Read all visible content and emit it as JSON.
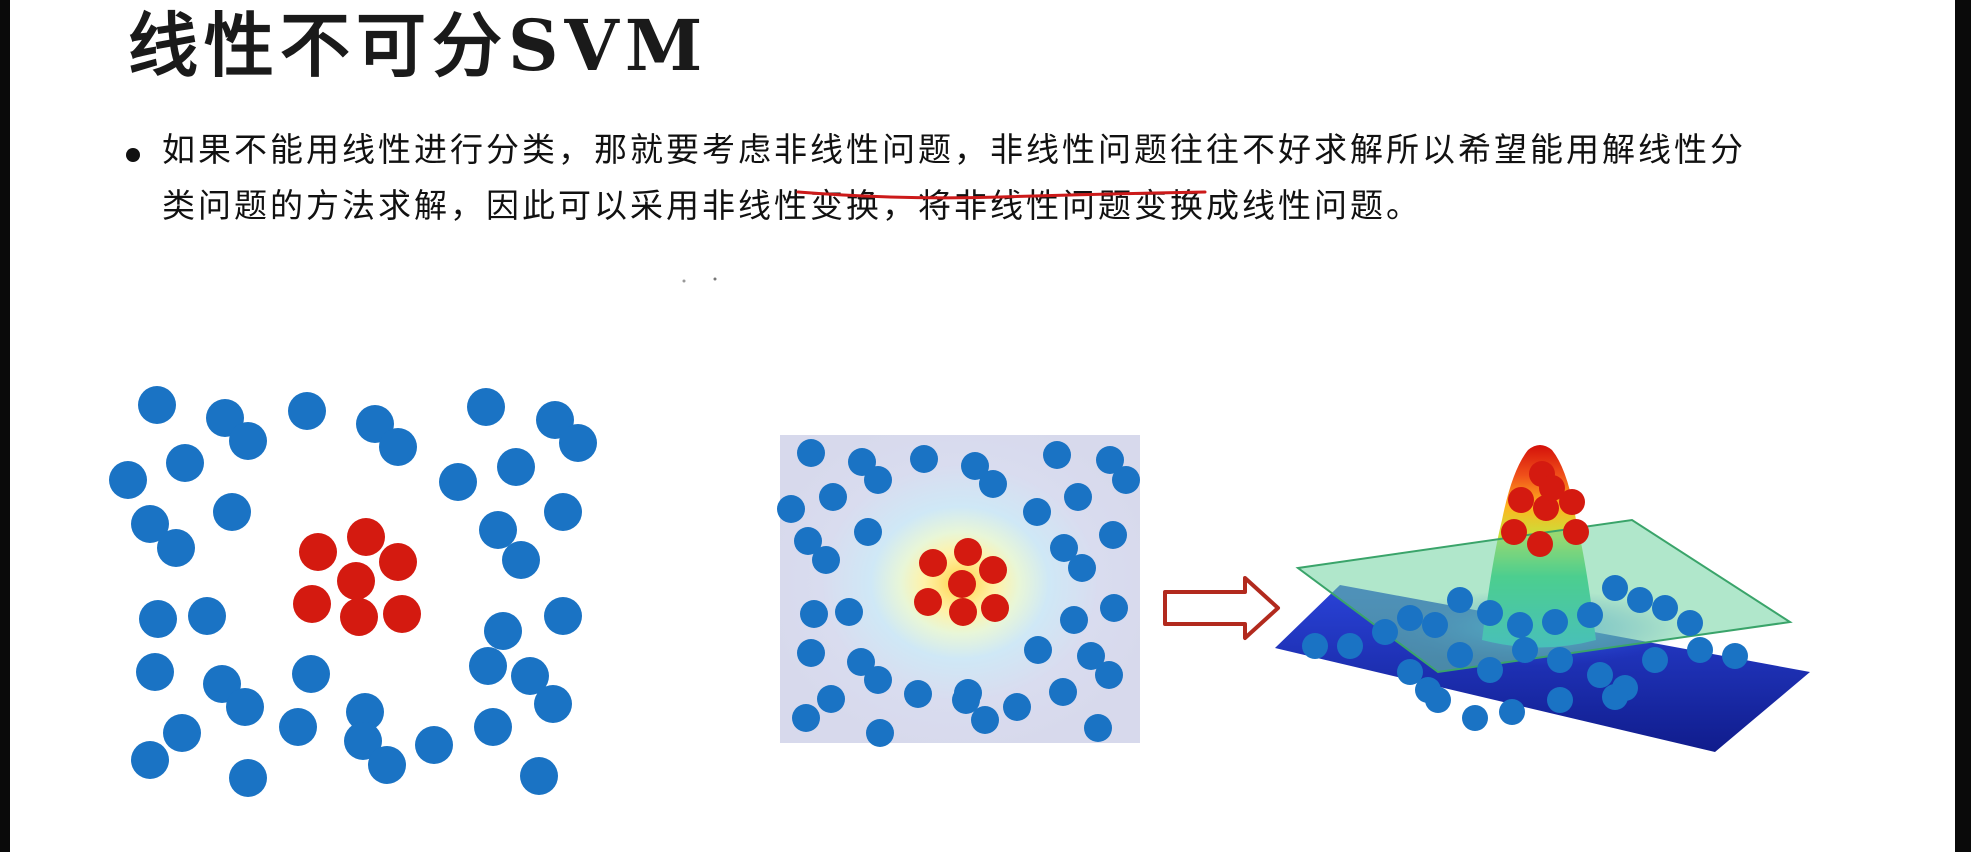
{
  "slide": {
    "title": "线性不可分SVM",
    "bullet_line1": "如果不能用线性进行分类，那就要考虑非线性问题，非线性问题往往不好求解所以希望能用解线性分",
    "bullet_line2": "类问题的方法求解，因此可以采用非线性变换，将非线性问题变换成线性问题。"
  },
  "colors": {
    "blue_point": "#1a73c4",
    "red_point": "#d41a10",
    "annotation_stroke": "#cc1a1a",
    "arrow_outline": "#b22a1e",
    "plane_fill": "#6fd3a0",
    "floor_fill": "#1a2fb0"
  },
  "icons": {
    "arrow": "right-arrow-icon",
    "bullet": "bullet-dot-icon"
  }
}
